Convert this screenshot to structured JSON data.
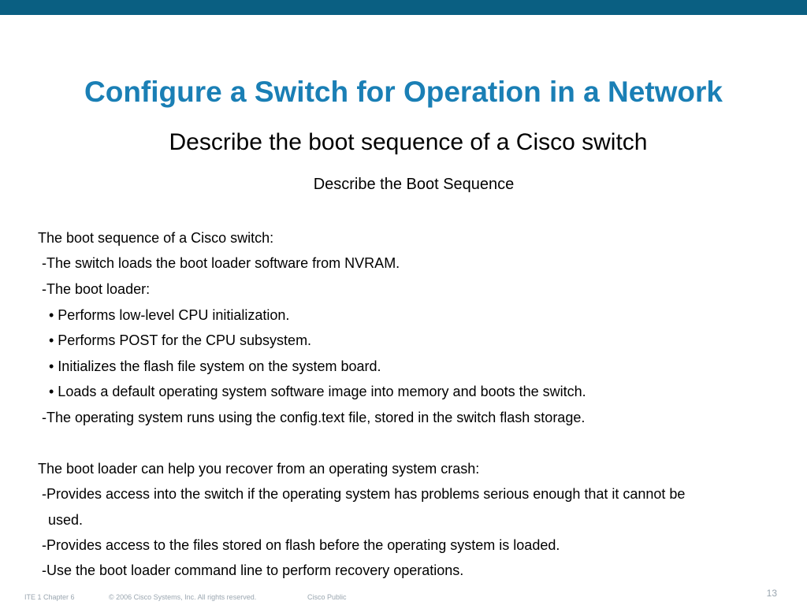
{
  "slide": {
    "title": "Configure a Switch for Operation in a Network",
    "subtitle": "Describe the boot sequence of a Cisco switch",
    "section_heading": "Describe the Boot Sequence",
    "body_lines": [
      "The boot sequence of a Cisco switch:",
      "-The switch loads the boot loader software from NVRAM.",
      "-The boot loader:",
      "• Performs low-level CPU initialization.",
      "• Performs POST for the CPU subsystem.",
      "• Initializes the flash file system on the system board.",
      "• Loads a default operating system software image into memory and boots the switch.",
      "-The operating system runs using the config.text file, stored in the switch flash storage.",
      "The boot loader can help you recover from an operating system crash:",
      "-Provides access into the switch if the operating system has problems serious enough that it cannot be",
      "used.",
      "-Provides access to the files stored on flash before the operating system is loaded.",
      "-Use the boot loader command line to perform recovery operations."
    ]
  },
  "footer": {
    "course": "ITE 1 Chapter 6",
    "copyright": "© 2006 Cisco Systems, Inc. All rights reserved.",
    "classification": "Cisco Public",
    "page_number": "13"
  },
  "colors": {
    "top_bar": "#0a5f82",
    "title": "#1a7fb5",
    "footer_text": "#9aa6b0"
  }
}
